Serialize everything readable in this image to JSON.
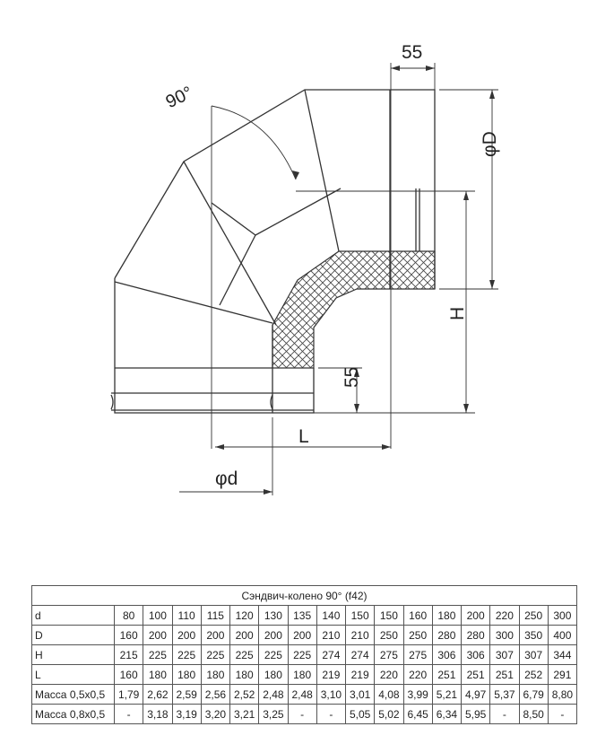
{
  "drawing": {
    "angle_label": "90°",
    "top_length": "55",
    "bottom_length": "55",
    "outer_diameter": "φD",
    "inner_diameter": "φd",
    "height": "H",
    "length": "L"
  },
  "table": {
    "title": "Сэндвич-колено 90° (f42)",
    "rows": [
      {
        "label": "d",
        "values": [
          "80",
          "100",
          "110",
          "115",
          "120",
          "130",
          "135",
          "140",
          "150",
          "150",
          "160",
          "180",
          "200",
          "220",
          "250",
          "300"
        ]
      },
      {
        "label": "D",
        "values": [
          "160",
          "200",
          "200",
          "200",
          "200",
          "200",
          "200",
          "210",
          "210",
          "250",
          "250",
          "280",
          "280",
          "300",
          "350",
          "400"
        ]
      },
      {
        "label": "H",
        "values": [
          "215",
          "225",
          "225",
          "225",
          "225",
          "225",
          "225",
          "274",
          "274",
          "275",
          "275",
          "306",
          "306",
          "307",
          "307",
          "344"
        ]
      },
      {
        "label": "L",
        "values": [
          "160",
          "180",
          "180",
          "180",
          "180",
          "180",
          "180",
          "219",
          "219",
          "220",
          "220",
          "251",
          "251",
          "251",
          "252",
          "291"
        ]
      },
      {
        "label": "Масса 0,5х0,5",
        "values": [
          "1,79",
          "2,62",
          "2,59",
          "2,56",
          "2,52",
          "2,48",
          "2,48",
          "3,10",
          "3,01",
          "4,08",
          "3,99",
          "5,21",
          "4,97",
          "5,37",
          "6,79",
          "8,80"
        ]
      },
      {
        "label": "Масса 0,8х0,5",
        "values": [
          "-",
          "3,18",
          "3,19",
          "3,20",
          "3,21",
          "3,25",
          "-",
          "-",
          "5,05",
          "5,02",
          "6,45",
          "6,34",
          "5,95",
          "-",
          "8,50",
          "-"
        ]
      }
    ]
  },
  "colors": {
    "line": "#333333",
    "background": "#ffffff"
  }
}
